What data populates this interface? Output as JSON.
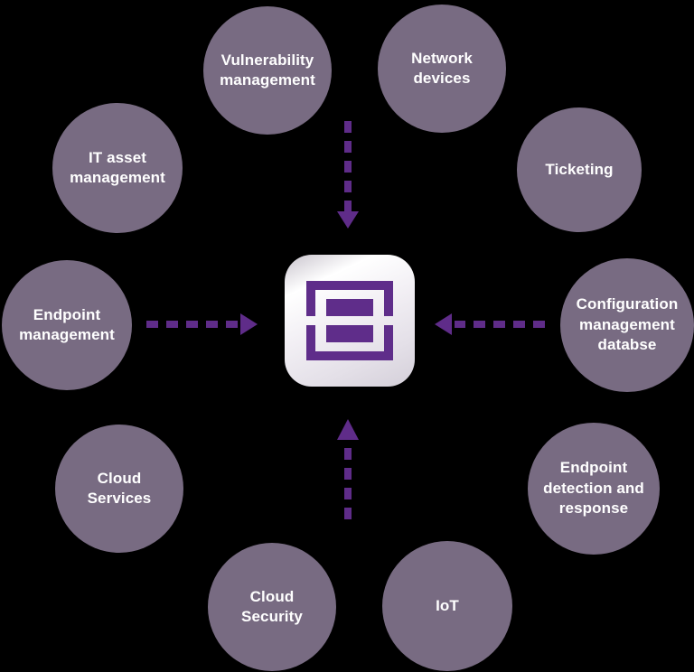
{
  "colors": {
    "background": "#000000",
    "node_fill": "#786b82",
    "node_text": "#ffffff",
    "arrow": "#5f2c89",
    "logo": "#5f2d8a"
  },
  "center": {
    "icon": "center-logo-icon"
  },
  "arrows": [
    {
      "id": "arrow-top",
      "direction": "down",
      "from": "top nodes",
      "to": "center"
    },
    {
      "id": "arrow-right",
      "direction": "left",
      "from": "right nodes",
      "to": "center"
    },
    {
      "id": "arrow-bottom",
      "direction": "up",
      "from": "bottom nodes",
      "to": "center"
    },
    {
      "id": "arrow-left",
      "direction": "right",
      "from": "left nodes",
      "to": "center"
    }
  ],
  "nodes": [
    {
      "id": "vulnerability-management",
      "label": "Vulnerability\nmanagement"
    },
    {
      "id": "network-devices",
      "label": "Network\ndevices"
    },
    {
      "id": "ticketing",
      "label": "Ticketing"
    },
    {
      "id": "configuration-management-databse",
      "label": "Configuration\nmanagement\ndatabse"
    },
    {
      "id": "endpoint-detection-and-response",
      "label": "Endpoint\ndetection and\nresponse"
    },
    {
      "id": "iot",
      "label": "IoT"
    },
    {
      "id": "cloud-security",
      "label": "Cloud\nSecurity"
    },
    {
      "id": "cloud-services",
      "label": "Cloud\nServices"
    },
    {
      "id": "endpoint-management",
      "label": "Endpoint\nmanagement"
    },
    {
      "id": "it-asset-management",
      "label": "IT asset\nmanagement"
    }
  ]
}
